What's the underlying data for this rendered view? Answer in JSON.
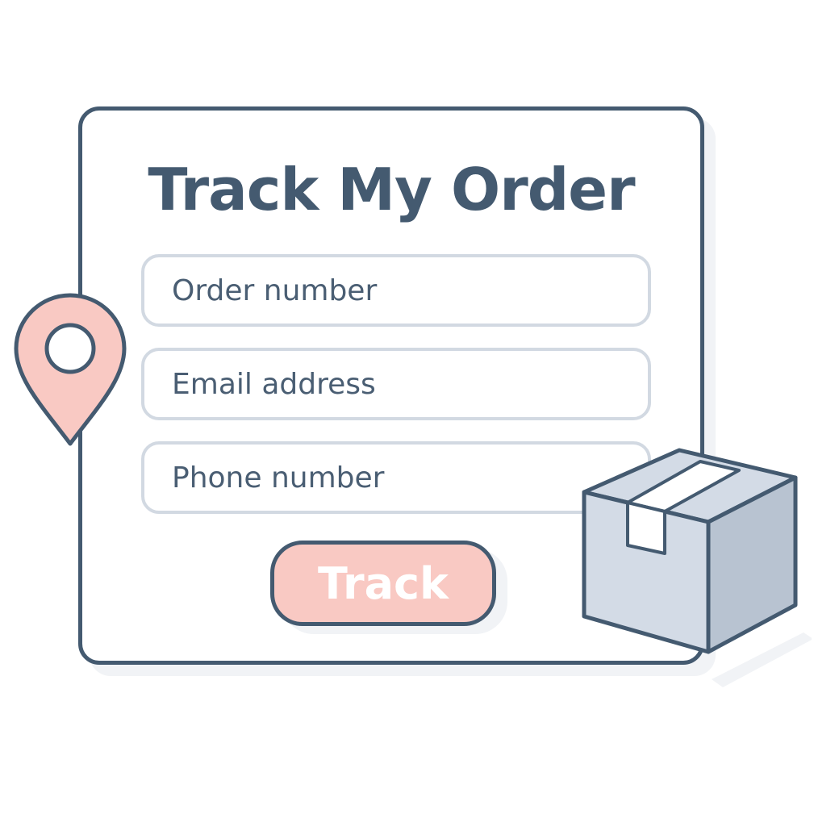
{
  "form": {
    "title": "Track My Order",
    "fields": [
      {
        "placeholder": "Order number",
        "value": ""
      },
      {
        "placeholder": "Email address",
        "value": ""
      },
      {
        "placeholder": "Phone number",
        "value": ""
      }
    ],
    "submit_label": "Track"
  },
  "icons": {
    "location": "location-pin-icon",
    "package": "package-box-icon"
  },
  "colors": {
    "outline": "#445a70",
    "accent": "#f9c9c3",
    "field_border": "#d2d9e2",
    "box_light": "#d3dbe6",
    "box_dark": "#b8c3d1"
  }
}
